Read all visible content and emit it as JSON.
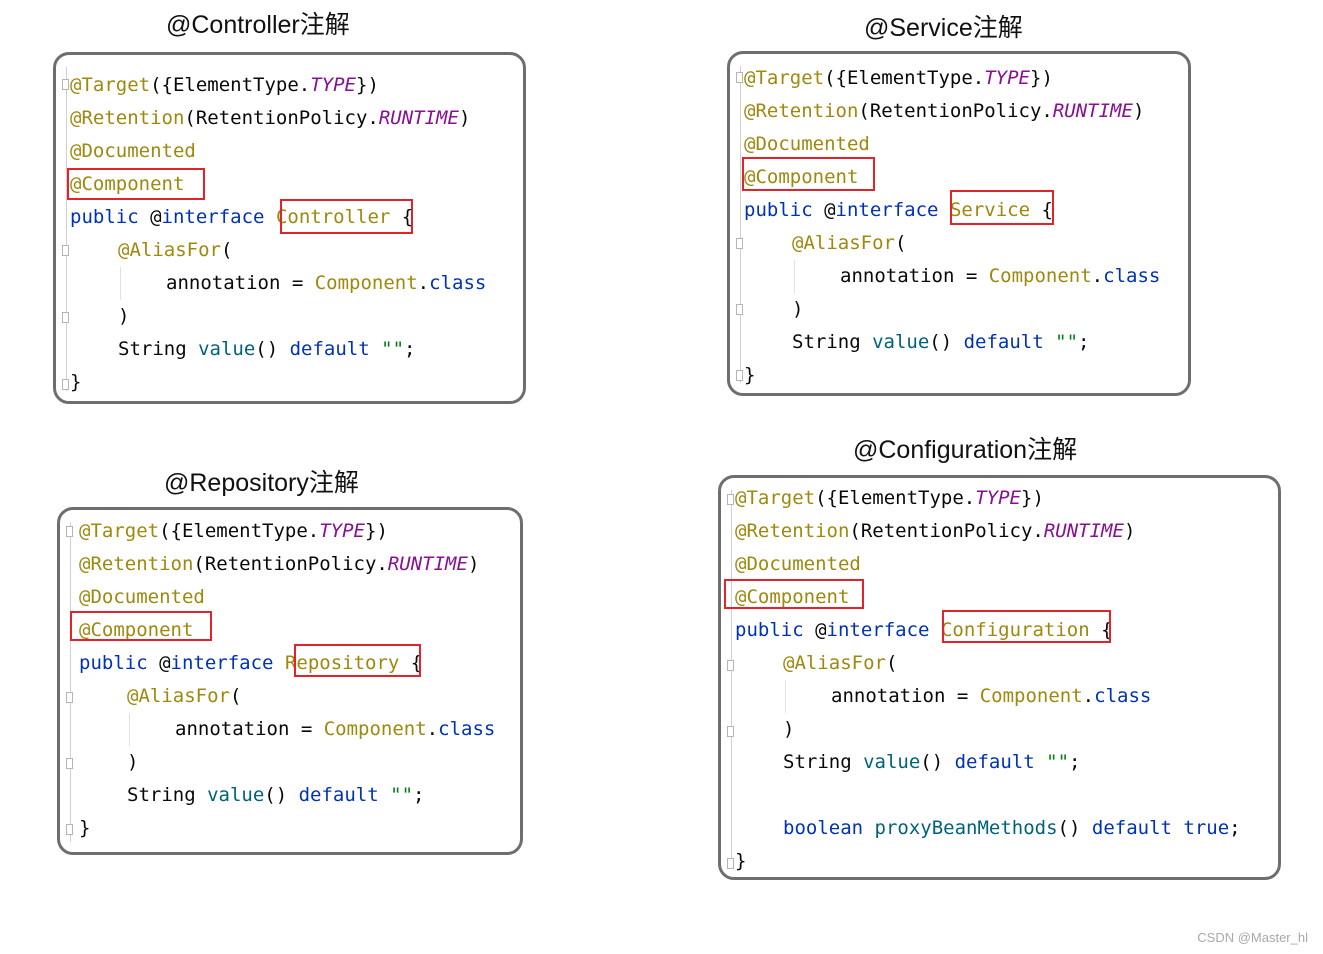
{
  "panels": {
    "controller": {
      "title": "@Controller注解",
      "target": {
        "ann": "@Target",
        "open": "({ElementType.",
        "value": "TYPE",
        "close": "})"
      },
      "retention": {
        "ann": "@Retention",
        "open": "(RetentionPolicy.",
        "value": "RUNTIME",
        "close": ")"
      },
      "documented": "@Documented",
      "component": "@Component",
      "decl": {
        "public": "public",
        "at": " @",
        "interface": "interface",
        "name": "Controller",
        "brace": " {"
      },
      "aliasfor": "@AliasFor",
      "aliasfor_paren": "(",
      "annotation": {
        "key": "annotation = ",
        "cls": "Component",
        "dot": ".",
        "kw": "class"
      },
      "close_paren": ")",
      "value_decl": {
        "type": "String ",
        "fn": "value",
        "parens": "() ",
        "kw": "default",
        "str": " \"\"",
        "semi": ";"
      },
      "close_brace": "}"
    },
    "service": {
      "title": "@Service注解",
      "target": {
        "ann": "@Target",
        "open": "({ElementType.",
        "value": "TYPE",
        "close": "})"
      },
      "retention": {
        "ann": "@Retention",
        "open": "(RetentionPolicy.",
        "value": "RUNTIME",
        "close": ")"
      },
      "documented": "@Documented",
      "component": "@Component",
      "decl": {
        "public": "public",
        "at": " @",
        "interface": "interface",
        "name": "Service",
        "brace": " {"
      },
      "aliasfor": "@AliasFor",
      "aliasfor_paren": "(",
      "annotation": {
        "key": "annotation = ",
        "cls": "Component",
        "dot": ".",
        "kw": "class"
      },
      "close_paren": ")",
      "value_decl": {
        "type": "String ",
        "fn": "value",
        "parens": "() ",
        "kw": "default",
        "str": " \"\"",
        "semi": ";"
      },
      "close_brace": "}"
    },
    "repository": {
      "title": "@Repository注解",
      "target": {
        "ann": "@Target",
        "open": "({ElementType.",
        "value": "TYPE",
        "close": "})"
      },
      "retention": {
        "ann": "@Retention",
        "open": "(RetentionPolicy.",
        "value": "RUNTIME",
        "close": ")"
      },
      "documented": "@Documented",
      "component": "@Component",
      "decl": {
        "public": "public",
        "at": " @",
        "interface": "interface",
        "name": "Repository",
        "brace": " {"
      },
      "aliasfor": "@AliasFor",
      "aliasfor_paren": "(",
      "annotation": {
        "key": "annotation = ",
        "cls": "Component",
        "dot": ".",
        "kw": "class"
      },
      "close_paren": ")",
      "value_decl": {
        "type": "String ",
        "fn": "value",
        "parens": "() ",
        "kw": "default",
        "str": " \"\"",
        "semi": ";"
      },
      "close_brace": "}"
    },
    "configuration": {
      "title": "@Configuration注解",
      "target": {
        "ann": "@Target",
        "open": "({ElementType.",
        "value": "TYPE",
        "close": "})"
      },
      "retention": {
        "ann": "@Retention",
        "open": "(RetentionPolicy.",
        "value": "RUNTIME",
        "close": ")"
      },
      "documented": "@Documented",
      "component": "@Component",
      "decl": {
        "public": "public",
        "at": " @",
        "interface": "interface",
        "name": "Configuration",
        "brace": " {"
      },
      "aliasfor": "@AliasFor",
      "aliasfor_paren": "(",
      "annotation": {
        "key": "annotation = ",
        "cls": "Component",
        "dot": ".",
        "kw": "class"
      },
      "close_paren": ")",
      "value_decl": {
        "type": "String ",
        "fn": "value",
        "parens": "() ",
        "kw": "default",
        "str": " \"\"",
        "semi": ";"
      },
      "proxy_decl": {
        "type": "boolean",
        "fn": " proxyBeanMethods",
        "parens": "() ",
        "kw": "default",
        "val": " true",
        "semi": ";"
      },
      "close_brace": "}"
    }
  },
  "colors": {
    "annotation": "#9e880d",
    "constant": "#871094",
    "keyword": "#0033b3",
    "method": "#00627a",
    "string": "#067d17",
    "highlight": "#e0242a",
    "border": "#6e6e6e"
  },
  "watermark": "CSDN @Master_hl"
}
